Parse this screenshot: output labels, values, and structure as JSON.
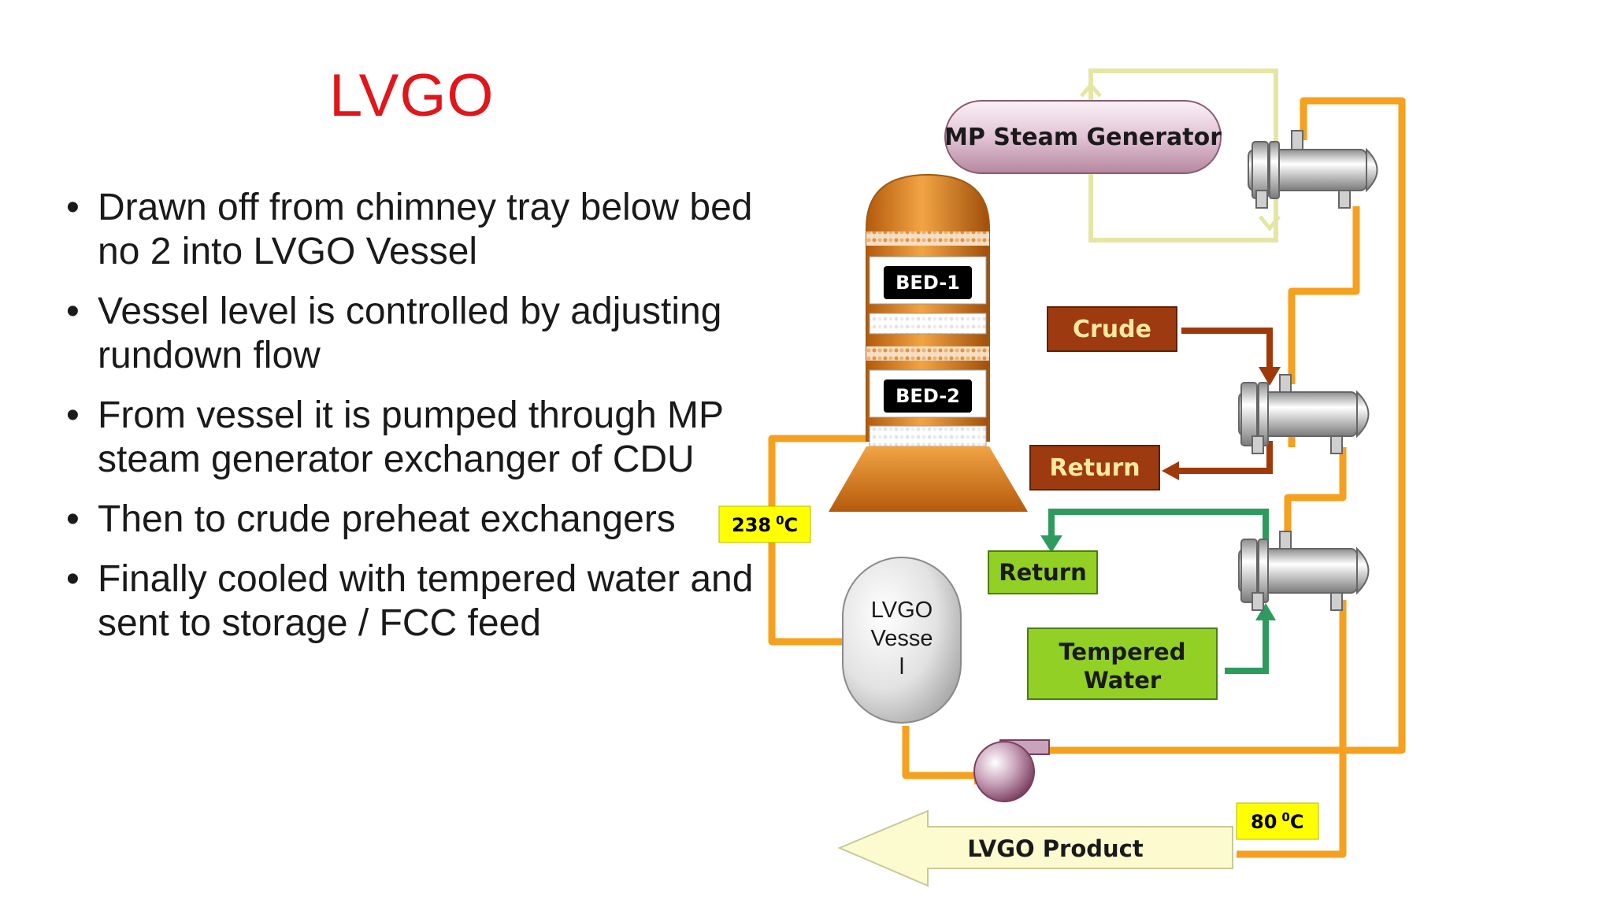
{
  "slide": {
    "title": "LVGO",
    "bullets": [
      "Drawn off from chimney tray below bed no 2 into LVGO Vessel",
      "Vessel level is controlled by adjusting rundown flow",
      "From vessel it is pumped through MP steam generator exchanger of CDU",
      "Then to crude preheat exchangers",
      "Finally cooled with tempered water and sent to storage / FCC feed"
    ],
    "bullet_glyph": "•"
  },
  "diagram": {
    "column": {
      "bed1": "BED-1",
      "bed2": "BED-2"
    },
    "steam_generator": "MP Steam Generator",
    "crude": "Crude",
    "crude_return": "Return",
    "water_return": "Return",
    "tempered_water_line1": "Tempered",
    "tempered_water_line2": "Water",
    "vessel_line1": "LVGO",
    "vessel_line2": "Vesse",
    "vessel_line3": "l",
    "temp_draw_value": "238",
    "temp_draw_unit_sup": "0",
    "temp_draw_unit": "C",
    "temp_product_value": "80",
    "temp_product_unit_sup": "0",
    "temp_product_unit": "C",
    "product": "LVGO Product"
  },
  "colors": {
    "title": "#e0161b",
    "lvgo_line": "#f5a01e",
    "crude_line": "#a0390a",
    "water_line": "#2e9b5e",
    "steam_line": "#f6f5c4",
    "column": "#e88a1f",
    "temp_badge": "#ffff00",
    "water_box": "#92d026",
    "crude_box": "#9e3a0f"
  }
}
